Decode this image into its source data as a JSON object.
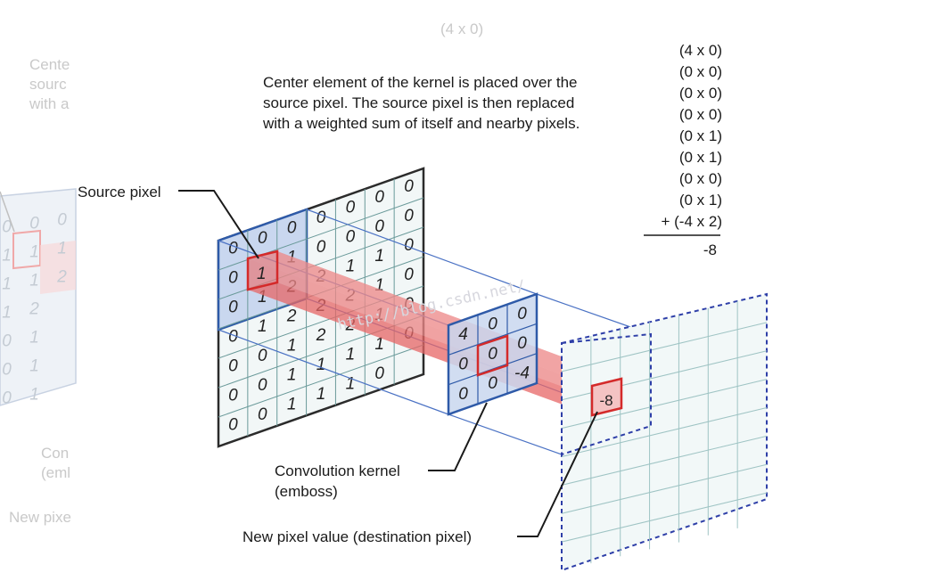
{
  "faded_top_label": "(4 x 0)",
  "faded_left_captions": [
    "Cente",
    "sourc",
    "with a",
    "Con",
    "(eml",
    "New pixe"
  ],
  "faded_left_grid": [
    [
      "0",
      "0",
      "0"
    ],
    [
      "1",
      "1",
      "1"
    ],
    [
      "1",
      "1",
      "2"
    ],
    [
      "1",
      "2",
      ""
    ],
    [
      "0",
      "1",
      ""
    ],
    [
      "0",
      "1",
      ""
    ],
    [
      "0",
      "1",
      ""
    ]
  ],
  "description": {
    "lines": [
      "Center element of the kernel is placed over the",
      "source pixel. The source pixel is then replaced",
      "with a weighted sum of itself and nearby pixels."
    ]
  },
  "calculation": {
    "terms": [
      "(4 x 0)",
      "(0 x 0)",
      "(0 x 0)",
      "(0 x 0)",
      "(0 x 1)",
      "(0 x 1)",
      "(0 x 0)",
      "(0 x 1)",
      "+ (-4 x 2)"
    ],
    "result": "-8"
  },
  "labels": {
    "source_pixel": "Source pixel",
    "kernel_line1": "Convolution kernel",
    "kernel_line2": "(emboss)",
    "new_pixel": "New pixel value (destination pixel)"
  },
  "source_grid": [
    [
      "0",
      "0",
      "0",
      "0",
      "0",
      "0",
      "0"
    ],
    [
      "0",
      "1",
      "1",
      "0",
      "0",
      "0",
      "0"
    ],
    [
      "0",
      "1",
      "2",
      "2",
      "1",
      "1",
      "0"
    ],
    [
      "0",
      "1",
      "2",
      "2",
      "2",
      "1",
      "0"
    ],
    [
      "0",
      "0",
      "1",
      "2",
      "2",
      "1",
      "0"
    ],
    [
      "0",
      "0",
      "1",
      "1",
      "1",
      "1",
      "0"
    ],
    [
      "0",
      "0",
      "1",
      "1",
      "1",
      "0",
      ""
    ],
    [
      "0",
      "0",
      "1",
      "",
      "",
      "",
      ""
    ]
  ],
  "kernel": [
    [
      "4",
      "0",
      "0"
    ],
    [
      "0",
      "0",
      "0"
    ],
    [
      "0",
      "0",
      "-4"
    ]
  ],
  "destination_value": "-8",
  "watermark": "http://blog.csdn.net/"
}
